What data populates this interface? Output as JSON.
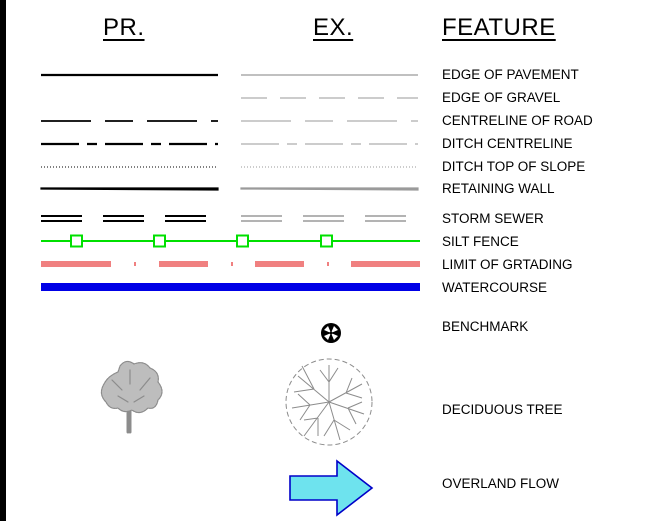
{
  "headers": {
    "proposed": "PR.",
    "existing": "EX.",
    "feature": "FEATURE"
  },
  "features": [
    {
      "id": "edge-of-pavement",
      "label": "EDGE OF PAVEMENT"
    },
    {
      "id": "edge-of-gravel",
      "label": "EDGE OF GRAVEL"
    },
    {
      "id": "centreline-of-road",
      "label": "CENTRELINE OF ROAD"
    },
    {
      "id": "ditch-centreline",
      "label": "DITCH CENTRELINE"
    },
    {
      "id": "ditch-top-of-slope",
      "label": "DITCH TOP OF SLOPE"
    },
    {
      "id": "retaining-wall",
      "label": "RETAINING WALL"
    },
    {
      "id": "storm-sewer",
      "label": "STORM SEWER"
    },
    {
      "id": "silt-fence",
      "label": "SILT FENCE"
    },
    {
      "id": "limit-of-grading",
      "label": "LIMIT OF GRTADING"
    },
    {
      "id": "watercourse",
      "label": "WATERCOURSE"
    },
    {
      "id": "benchmark",
      "label": "BENCHMARK"
    },
    {
      "id": "deciduous-tree",
      "label": "DECIDUOUS TREE"
    },
    {
      "id": "overland-flow",
      "label": "OVERLAND FLOW"
    }
  ],
  "colors": {
    "proposed_line": "#000000",
    "existing_line": "#9a9a9a",
    "silt_fence": "#00e000",
    "limit_of_grading": "#f08080",
    "watercourse": "#0000e6",
    "tree": "#8c8c8c",
    "flow_arrow_fill": "#6ee3ee",
    "flow_arrow_stroke": "#0000c8"
  },
  "icons": {
    "benchmark": "benchmark-icon",
    "proposed_tree": "deciduous-tree-elevation-icon",
    "existing_tree": "deciduous-tree-plan-icon",
    "overland_flow": "flow-arrow-icon"
  }
}
